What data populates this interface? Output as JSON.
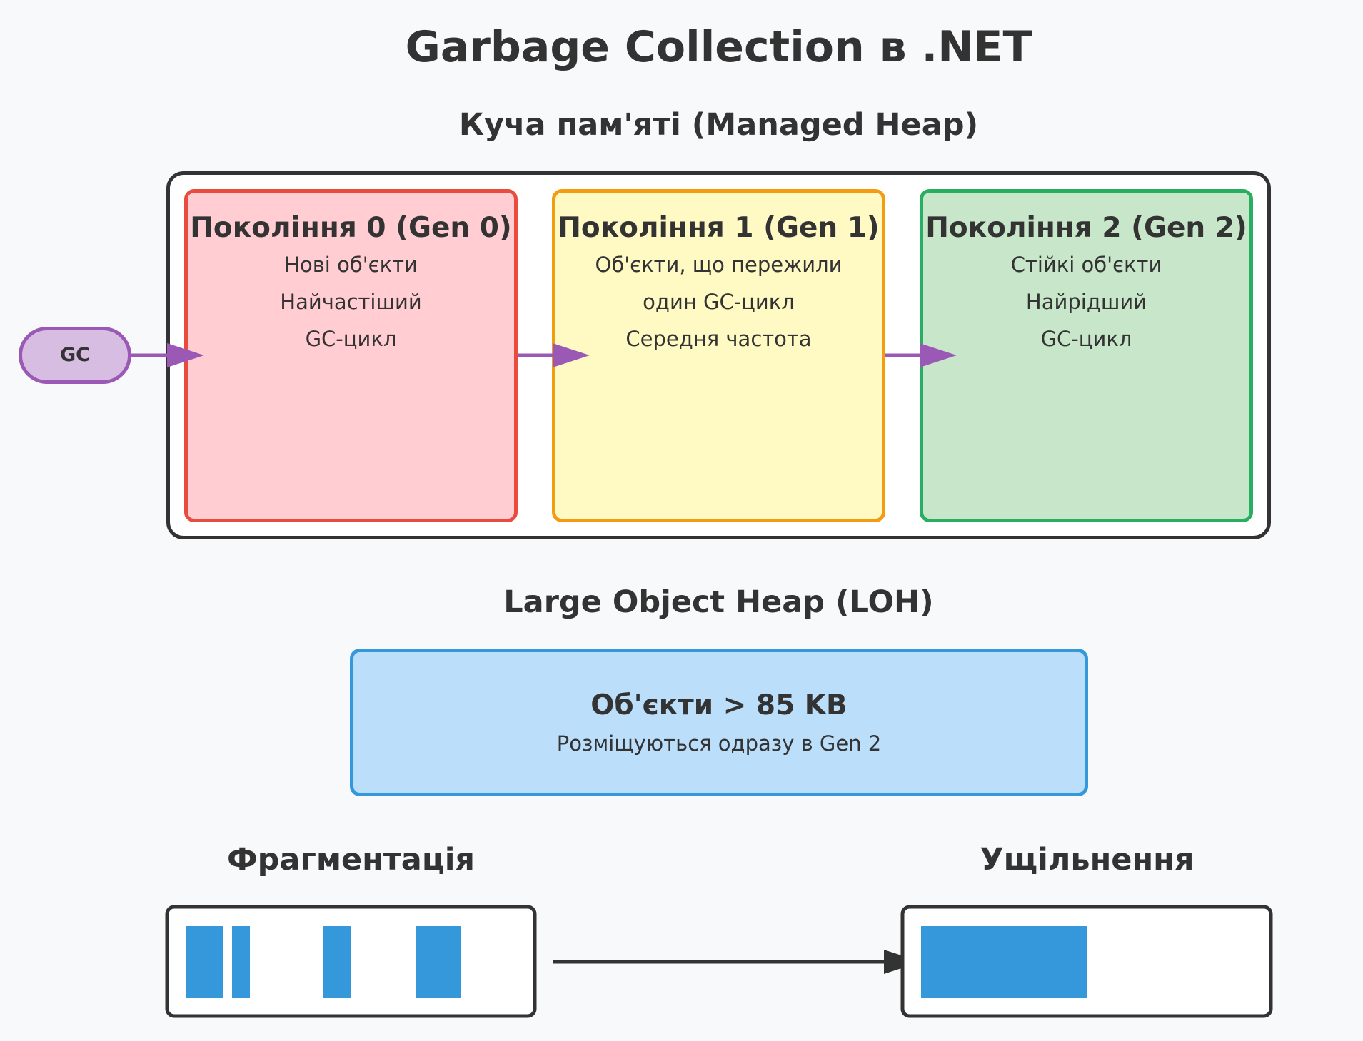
{
  "title": "Garbage Collection в .NET",
  "managed_heap": {
    "title": "Куча пам'яті (Managed Heap)",
    "generations": [
      {
        "title": "Покоління 0 (Gen 0)",
        "lines": [
          "Нові об'єкти",
          "Найчастіший",
          "GC-цикл"
        ],
        "fill": "#ffcdd2",
        "stroke": "#e74c3c"
      },
      {
        "title": "Покоління 1 (Gen 1)",
        "lines": [
          "Об'єкти, що пережили",
          "один GC-цикл",
          "Середня частота"
        ],
        "fill": "#fff9c4",
        "stroke": "#f39c12"
      },
      {
        "title": "Покоління 2 (Gen 2)",
        "lines": [
          "Стійкі об'єкти",
          "Найрідший",
          "GC-цикл"
        ],
        "fill": "#c8e6c9",
        "stroke": "#27ae60"
      }
    ]
  },
  "gc_node": {
    "label": "GC",
    "fill": "#d7bde2",
    "stroke": "#9b59b6"
  },
  "loh": {
    "title": "Large Object Heap (LOH)",
    "main": "Об'єкти > 85 KB",
    "sub": "Розміщуються одразу в Gen 2",
    "fill": "#bbdefb",
    "stroke": "#3498db"
  },
  "fragmentation": {
    "title": "Фрагментація"
  },
  "compaction": {
    "title": "Ущільнення"
  },
  "colors": {
    "block": "#3498db",
    "arrow_purple": "#9b59b6",
    "arrow_dark": "#333333"
  }
}
